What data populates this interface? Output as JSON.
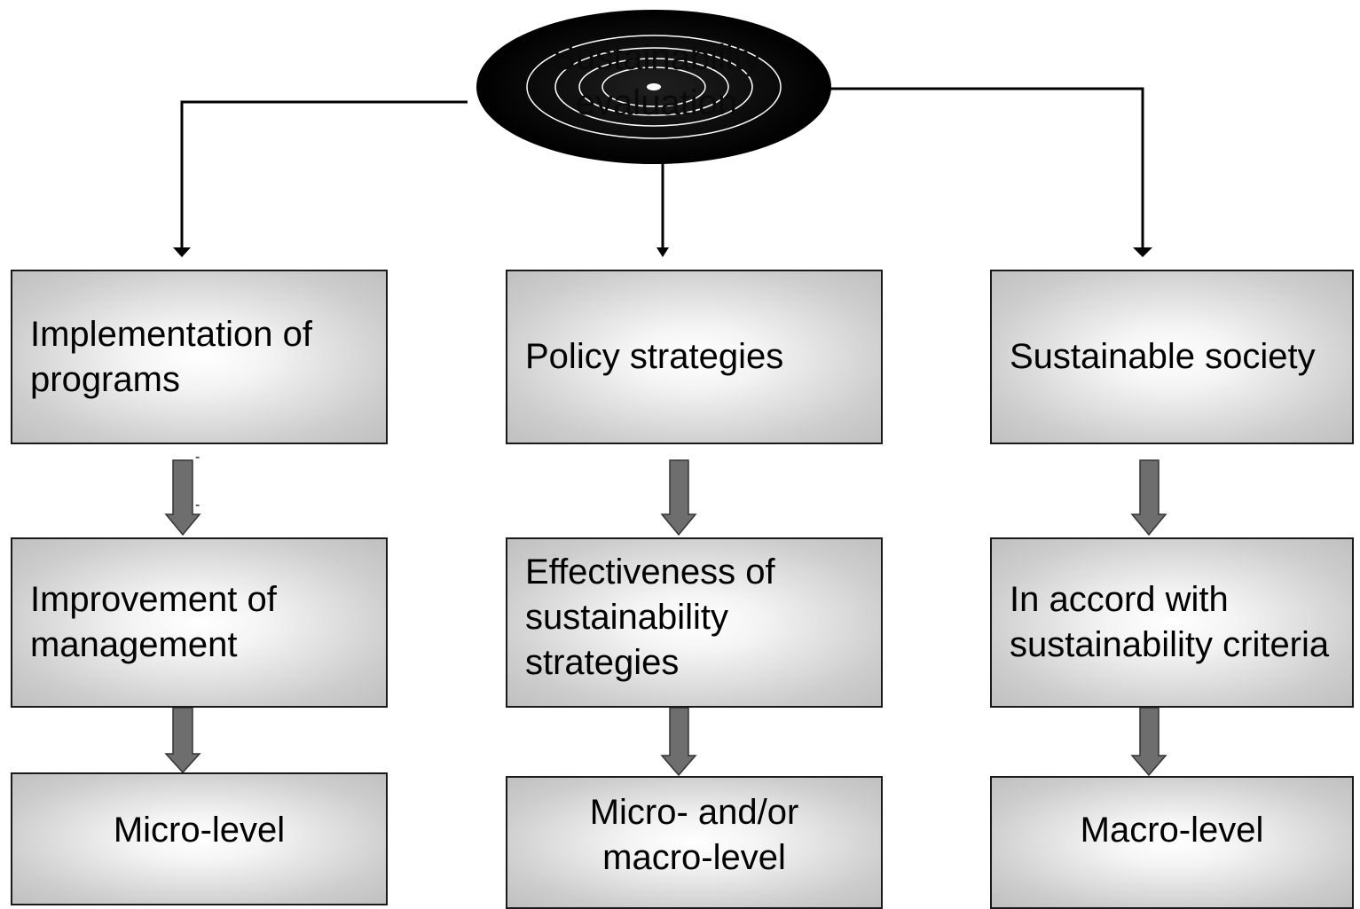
{
  "hub": {
    "line1": "Sustainability",
    "line2": "evaluation",
    "icon": "concentric-rings-icon"
  },
  "columns": [
    {
      "top": [
        "Implementation of",
        "programs"
      ],
      "middle": [
        "Improvement of",
        "management"
      ],
      "bottom": [
        "Micro-level"
      ]
    },
    {
      "top": [
        "Policy strategies"
      ],
      "middle": [
        "Effectiveness of",
        "sustainability",
        "strategies"
      ],
      "bottom": [
        "Micro- and/or",
        "macro-level"
      ]
    },
    {
      "top": [
        "Sustainable society"
      ],
      "middle": [
        "In accord with",
        "sustainability criteria"
      ],
      "bottom": [
        "Macro-level"
      ]
    }
  ],
  "marks": {
    "tick1": "-",
    "tick2": "-"
  },
  "colors": {
    "box_border": "#1a1a1a",
    "box_fill_center": "#ffffff",
    "box_fill_edge": "#c0c0c0",
    "down_arrow": "#6e6e6e",
    "connector": "#000000",
    "hub_fill": "#000000",
    "hub_rings": "#ffffff"
  }
}
